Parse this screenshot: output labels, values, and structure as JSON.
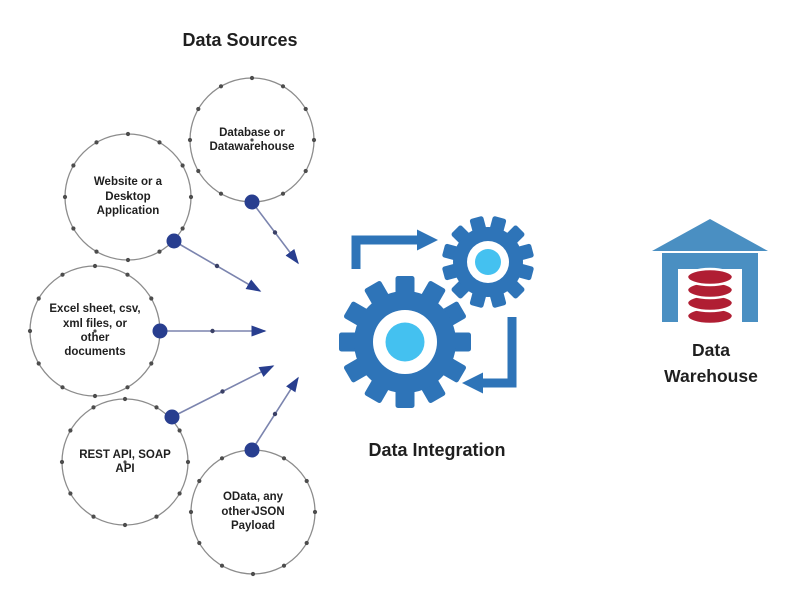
{
  "header": {
    "title": "Data Sources"
  },
  "sources": [
    {
      "id": "database",
      "label": "Database or\nDatawarehouse"
    },
    {
      "id": "website",
      "label": "Website or a\nDesktop\nApplication"
    },
    {
      "id": "excel",
      "label": "Excel sheet, csv,\nxml files, or\nother\ndocuments"
    },
    {
      "id": "rest",
      "label": "REST API, SOAP\nAPI"
    },
    {
      "id": "odata",
      "label": "OData, any\nother JSON\nPayload"
    }
  ],
  "integration": {
    "label": "Data Integration",
    "icon": "gears-sync-icon"
  },
  "warehouse": {
    "label": "Data\nWarehouse",
    "icon": "warehouse-database-icon"
  },
  "colors": {
    "gear_blue": "#2E74B8",
    "gear_center": "#44C1F0",
    "node_dot": "#283E8F",
    "line": "#7B84AE",
    "mid_dot": "#3A4066",
    "circle_stroke": "#8C8C8C",
    "edge_dot": "#4D4D4D",
    "warehouse_blue": "#4A8FC2",
    "database_red": "#B01E33",
    "text": "#1F1F1F"
  }
}
